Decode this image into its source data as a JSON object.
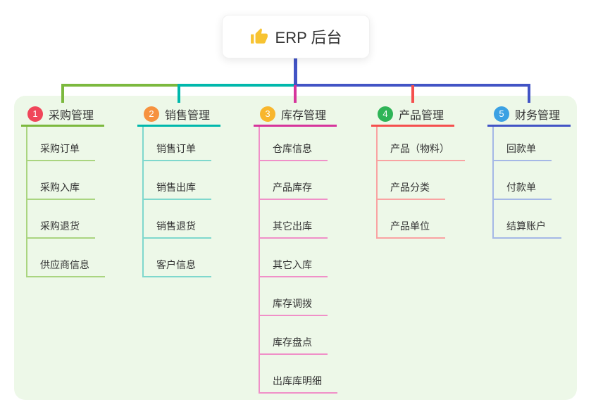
{
  "root": {
    "label": "ERP 后台",
    "icon": "thumbs-up"
  },
  "colors": {
    "panel_bg": "#edf8e8",
    "stem": "#4254c5",
    "thumb_icon": "#f7c331",
    "text": "#333333"
  },
  "branches": [
    {
      "number": "1",
      "label": "采购管理",
      "badge_color": "#f0465a",
      "line_color": "#7cb93e",
      "child_line_color": "#aad580",
      "children": [
        "采购订单",
        "采购入库",
        "采购退货",
        "供应商信息"
      ]
    },
    {
      "number": "2",
      "label": "销售管理",
      "badge_color": "#f6923f",
      "line_color": "#00b8ac",
      "child_line_color": "#7fd8cd",
      "children": [
        "销售订单",
        "销售出库",
        "销售退货",
        "客户信息"
      ]
    },
    {
      "number": "3",
      "label": "库存管理",
      "badge_color": "#f8b62d",
      "line_color": "#d6359c",
      "child_line_color": "#f090c8",
      "children": [
        "仓库信息",
        "产品库存",
        "其它出库",
        "其它入库",
        "库存调拨",
        "库存盘点",
        "出库库明细"
      ]
    },
    {
      "number": "4",
      "label": "产品管理",
      "badge_color": "#2fb457",
      "line_color": "#f5504e",
      "child_line_color": "#f9a3a2",
      "children": [
        "产品（物料）",
        "产品分类",
        "产品单位"
      ]
    },
    {
      "number": "5",
      "label": "财务管理",
      "badge_color": "#3ba1e3",
      "line_color": "#4254c5",
      "child_line_color": "#a5b8e6",
      "children": [
        "回款单",
        "付款单",
        "结算账户"
      ]
    }
  ]
}
